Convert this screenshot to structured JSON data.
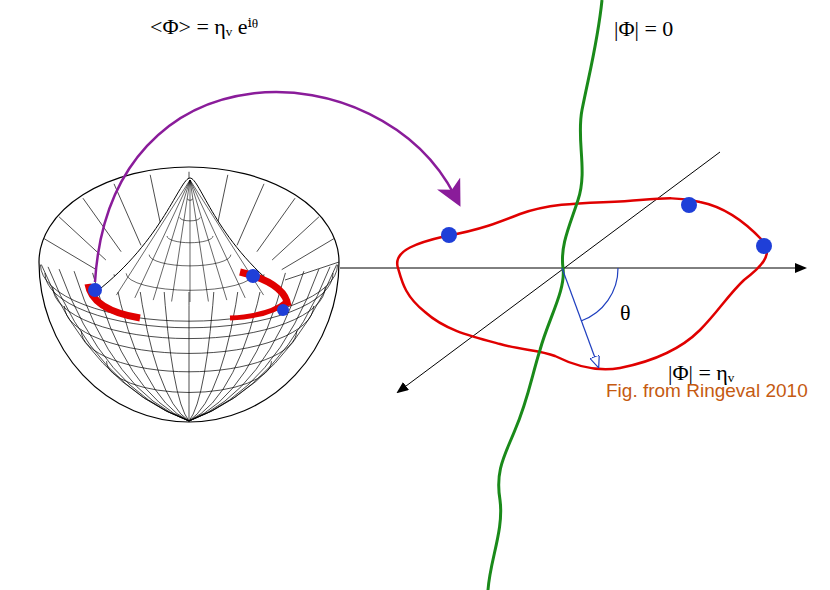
{
  "diagram": {
    "labels": [
      "<Φ> = ηᵥ eⁱᶿ",
      "|Φ| = 0",
      "θ",
      "|Φ| = ηᵥ",
      "Fig. from Ringeval 2010"
    ]
  }
}
